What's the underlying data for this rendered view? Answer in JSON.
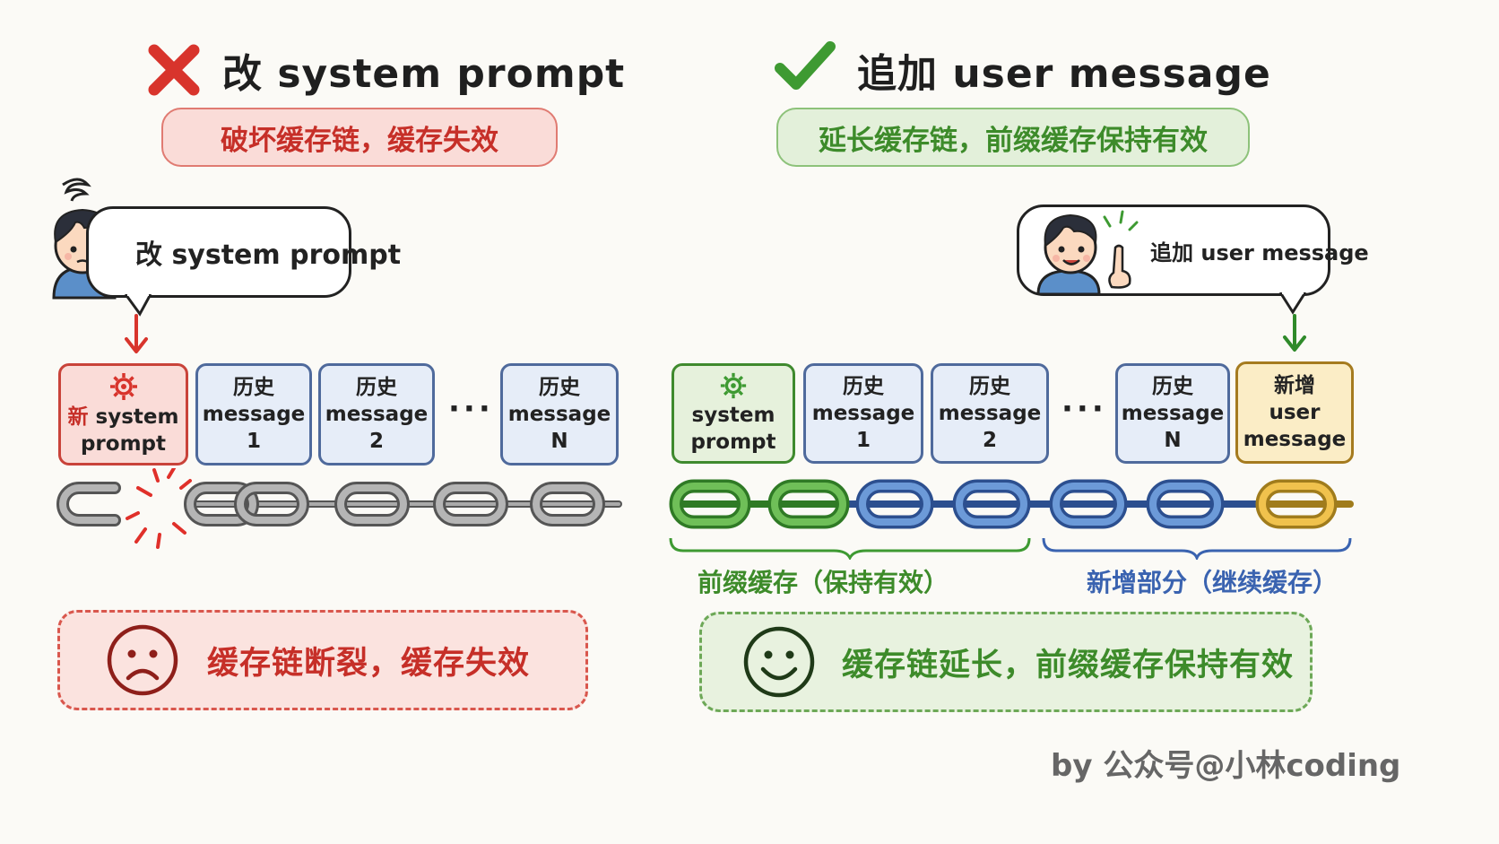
{
  "left": {
    "title": "改 system prompt",
    "pill": "破坏缓存链，缓存失效",
    "bubble": "改 system prompt",
    "first_box": [
      "新 system",
      "prompt"
    ],
    "history": [
      [
        "历史",
        "message 1"
      ],
      [
        "历史",
        "message 2"
      ],
      [
        "历史",
        "message N"
      ]
    ],
    "ellipsis": "···",
    "bottom": "缓存链断裂，缓存失效"
  },
  "right": {
    "title": "追加 user message",
    "pill": "延长缓存链，前缀缓存保持有效",
    "bubble": "追加 user message",
    "first_box": [
      "system",
      "prompt"
    ],
    "history": [
      [
        "历史",
        "message 1"
      ],
      [
        "历史",
        "message 2"
      ],
      [
        "历史",
        "message N"
      ]
    ],
    "ellipsis": "···",
    "new_box": [
      "新增",
      "user",
      "message"
    ],
    "brace_left": "前缀缓存（保持有效）",
    "brace_right": "新增部分（继续缓存）",
    "bottom": "缓存链延长，前缀缓存保持有效"
  },
  "credit": "by 公众号@小林coding",
  "colors": {
    "red": "#c62f28",
    "green": "#3d8b2a",
    "blue": "#3a63b0",
    "yellow": "#e8b640",
    "gray": "#8a8a8a"
  },
  "icons": [
    "cross-icon",
    "check-icon",
    "gear-icon",
    "sad-face-icon",
    "happy-face-icon",
    "confused-person-icon",
    "pointing-person-icon"
  ]
}
